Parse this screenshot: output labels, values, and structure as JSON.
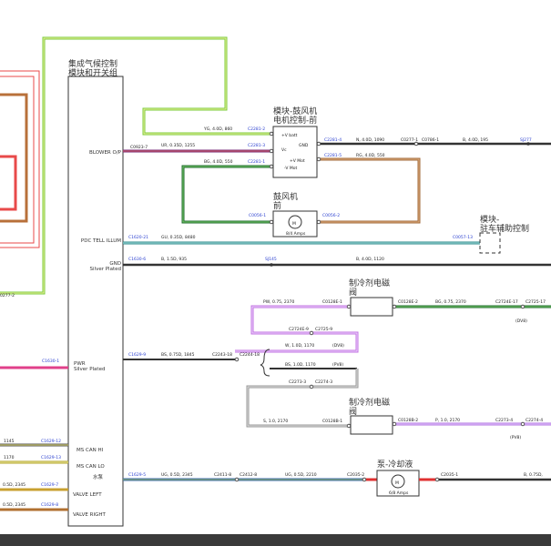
{
  "module": {
    "title_line1": "集成气候控制",
    "title_line2": "模块和开关组",
    "pins": {
      "blower": "BLOWER O/P",
      "pdc": "PDC TELL ILLUM",
      "gnd": "GND",
      "gnd_sub": "Silver Plated",
      "pwr": "PWR",
      "pwr_sub": "Silver Plated",
      "canhi": "MS CAN HI",
      "canlo": "MS CAN LO",
      "pump": "水泵",
      "valve_left": "VALVE LEFT",
      "valve_right": "VALVE RIGHT"
    }
  },
  "blower_module": {
    "title_line1": "模块-鼓风机",
    "title_line2": "电机控制-前",
    "pins": {
      "vbatt": "+V batt",
      "vc": "Vc",
      "gnd": "GND",
      "vmot_p": "+V Mot",
      "vmot_m": "-V Mot"
    }
  },
  "blower_motor": {
    "title_line1": "鼓风机",
    "title_line2": "前",
    "rating": "8/4 Amps"
  },
  "parking_module": {
    "title_line1": "模块-",
    "title_line2": "驻车辅助控制"
  },
  "valve1": {
    "title_line1": "制冷剂电磁",
    "title_line2": "阀"
  },
  "valve2": {
    "title_line1": "制冷剂电磁",
    "title_line2": "阀"
  },
  "pump": {
    "title": "泵-冷却液",
    "rating": "6/8 Amps"
  },
  "connectors": {
    "c2281_2": "C2281-2",
    "c2281_3": "C2281-3",
    "c2281_1": "C2281-1",
    "c2281_4": "C2281-4",
    "c2281_5": "C2281-5",
    "c0923_7": "C0923-7",
    "c0277_1": "C0277-1",
    "c0786_1": "C0786-1",
    "sj277": "SJ277",
    "c0056_1": "C0056-1",
    "c0056_2": "C0056-2",
    "c1620_21": "C1620-21",
    "c0057_13": "C0057-13",
    "c1630_6": "C1630-6",
    "sj145": "SJ145",
    "c0277_2": "0277-2",
    "c0128e_1": "C0128E-1",
    "c0128e_2": "C0128E-2",
    "c2724e_17": "C2724E-17",
    "c2725_17": "C2725-17",
    "c2724e_9": "C2724E-9",
    "c2725_9": "C2725-9",
    "c1630_1": "C1630-1",
    "c1629_9": "C1629-9",
    "c2243_18": "C2243-18",
    "c2244_18": "C2244-18",
    "c2273_3": "C2273-3",
    "c2274_3": "C2274-3",
    "c0128b_1": "C0128B-1",
    "c0128b_2": "C0128B-2",
    "c2273_4": "C2273-4",
    "c2274_4": "C2274-4",
    "c1629_12": "C1629-12",
    "c1629_13": "C1629-13",
    "c1629_7": "C1629-7",
    "c1629_8": "C1629-8",
    "c1629_5": "C1629-5",
    "c2411_8": "C2411-8",
    "c2412_8": "C2412-8",
    "c2035_2": "C2035-2",
    "c2035_1": "C2035-1"
  },
  "wires": {
    "yg": "YG, 4.0D, 860",
    "ur": "UR, 0.35D, 1255",
    "bg": "BG, 4.0D, 550",
    "n": "N, 4.0D, 1090",
    "b195": "B, 4.0D, 195",
    "rg": "RG, 4.0D, 550",
    "gu": "GU, 0.35D, 8480",
    "b935": "B, 1.5D, 935",
    "b1120": "B, 4.0D, 1120",
    "pw": "PW, 0.75, 2370",
    "bg2370": "BG, 0.75, 2370",
    "w": "W, 1.0D, 1170",
    "dv8": "(DV8)",
    "bs1845": "BS, 0.75D, 1845",
    "bs1170": "BS, 1.0D, 1170",
    "pv8": "(PV8)",
    "s": "S, 1.0, 2170",
    "p": "P, 1.0, 2170",
    "ug2345": "UG, 0.5D, 2345",
    "ug2210": "UG, 0.5D, 2210",
    "b_right": "B, 0.75D,",
    "l1145": "1145",
    "l1170": "1170",
    "l2345a": "0.5D, 2345",
    "l2345b": "0.5D, 2345"
  }
}
